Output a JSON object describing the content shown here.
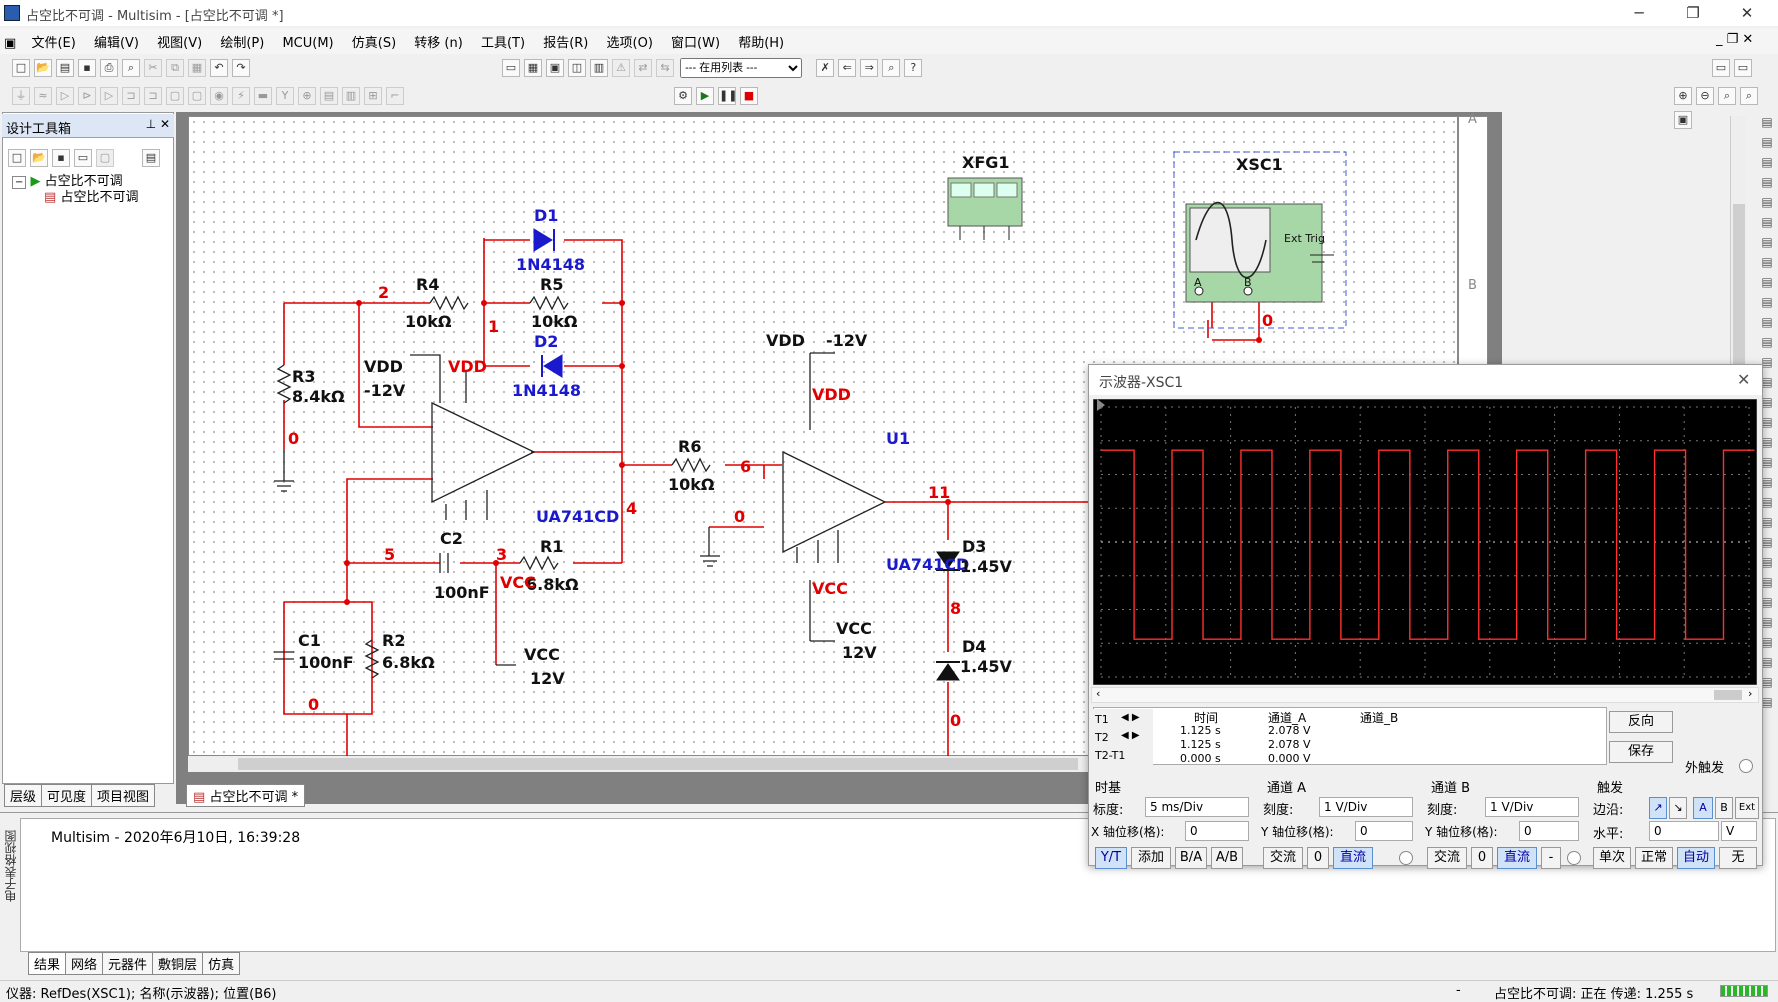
{
  "window": {
    "title": "占空比不可调 - Multisim - [占空比不可调 *]",
    "min_icon": "minimize-icon",
    "max_icon": "restore-icon",
    "close_icon": "close-icon"
  },
  "menu": [
    "文件(E)",
    "编辑(V)",
    "视图(V)",
    "绘制(P)",
    "MCU(M)",
    "仿真(S)",
    "转移 (n)",
    "工具(T)",
    "报告(R)",
    "选项(O)",
    "窗口(W)",
    "帮助(H)"
  ],
  "toolbar": {
    "in_use_list": "--- 在用列表 ---"
  },
  "sidebar": {
    "title": "设计工具箱",
    "tree_root": "占空比不可调",
    "tree_child": "占空比不可调",
    "tabs": [
      "层级",
      "可见度",
      "项目视图"
    ]
  },
  "doc_tab": "占空比不可调 *",
  "schematic": {
    "labels": {
      "D1": "D1",
      "D1_model": "1N4148",
      "D2": "D2",
      "D2_model": "1N4148",
      "R4": "R4",
      "R4_val": "10kΩ",
      "R5": "R5",
      "R5_val": "10kΩ",
      "R3": "R3",
      "R3_val": "8.4kΩ",
      "VDD_left": "VDD",
      "VDD_left_v": "-12V",
      "VDD_red": "VDD",
      "UA741_1": "UA741CD",
      "C2": "C2",
      "C2_val": "100nF",
      "R1": "R1",
      "R1_val": "6.8kΩ",
      "VCC_red_1": "VCC",
      "C1": "C1",
      "C1_val": "100nF",
      "R2": "R2",
      "R2_val": "6.8kΩ",
      "VCC_1": "VCC",
      "VCC_1_v": "12V",
      "R6": "R6",
      "R6_val": "10kΩ",
      "VDD_mid": "VDD",
      "VDD_mid_v": "-12V",
      "VDD_red_2": "VDD",
      "U1": "U1",
      "UA741_2": "UA741CD",
      "VCC_red_2": "VCC",
      "VCC_2": "VCC",
      "VCC_2_v": "12V",
      "D3": "D3",
      "D3_val": "1.45V",
      "D4": "D4",
      "D4_val": "1.45V",
      "XFG1": "XFG1",
      "XSC1": "XSC1",
      "ext_trig": "Ext Trig",
      "ch_a": "A",
      "ch_b": "B"
    },
    "nets": {
      "n2": "2",
      "n1": "1",
      "n0a": "0",
      "n5": "5",
      "n3": "3",
      "n4": "4",
      "n0b": "0",
      "n6": "6",
      "n0c": "0",
      "n11": "11",
      "n8": "8",
      "n0d": "0",
      "n0e": "0"
    },
    "margin_letters": [
      "A",
      "B"
    ]
  },
  "log": {
    "message": "Multisim  -  2020年6月10日, 16:39:28",
    "tabs": [
      "结果",
      "网络",
      "元器件",
      "敷铜层",
      "仿真"
    ],
    "side_label": "电子表格视图"
  },
  "oscilloscope": {
    "title": "示波器-XSC1",
    "readout_headers": [
      "时间",
      "通道_A",
      "通道_B"
    ],
    "T1": {
      "label": "T1",
      "time": "1.125 s",
      "a": "2.078 V",
      "b": ""
    },
    "T2": {
      "label": "T2",
      "time": "1.125 s",
      "a": "2.078 V",
      "b": ""
    },
    "T2T1": {
      "label": "T2-T1",
      "time": "0.000 s",
      "a": "0.000 V",
      "b": ""
    },
    "reverse_btn": "反向",
    "save_btn": "保存",
    "ext_trigger_label": "外触发",
    "timebase": {
      "title": "时基",
      "scale_label": "标度:",
      "scale": "5 ms/Div",
      "xpos_label": "X 轴位移(格):",
      "xpos": "0",
      "modes": [
        "Y/T",
        "添加",
        "B/A",
        "A/B"
      ]
    },
    "channel_a": {
      "title": "通道 A",
      "scale_label": "刻度:",
      "scale": "1 V/Div",
      "ypos_label": "Y 轴位移(格):",
      "ypos": "0",
      "coupling": [
        "交流",
        "0",
        "直流"
      ]
    },
    "channel_b": {
      "title": "通道 B",
      "scale_label": "刻度:",
      "scale": "1 V/Div",
      "ypos_label": "Y 轴位移(格):",
      "ypos": "0",
      "coupling": [
        "交流",
        "0",
        "直流",
        "-"
      ]
    },
    "trigger": {
      "title": "触发",
      "edge_label": "边沿:",
      "edge_options": [
        "A",
        "B",
        "Ext"
      ],
      "level_label": "水平:",
      "level": "0",
      "level_unit": "V",
      "modes": [
        "单次",
        "正常",
        "自动",
        "无"
      ]
    },
    "trace_color": "#ff3030",
    "grid_divs": [
      10,
      8
    ]
  },
  "status": {
    "left": "仪器: RefDes(XSC1); 名称(示波器); 位置(B6)",
    "right": "占空比不可调: 正在 传递: 1.255 s",
    "dash": "-"
  }
}
